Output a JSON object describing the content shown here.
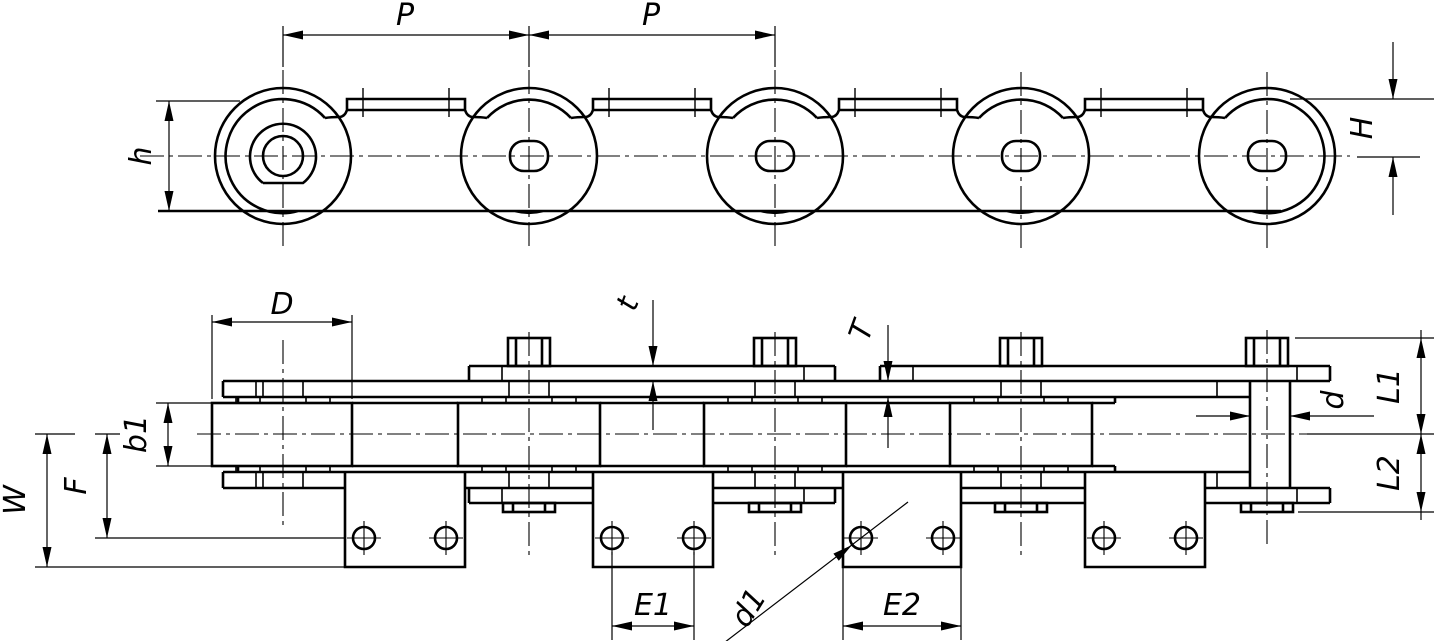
{
  "page": {
    "title": "Roller conveyor chain with attachments - dimensional drawing",
    "background_color": "#ffffff",
    "line_color": "#000000"
  },
  "views": {
    "side_view": {
      "description": "Side elevation of roller chain, five rollers, two pitch dimensions",
      "dims": {
        "pitch_left": "P",
        "pitch_right": "P",
        "plate_height": "h",
        "half_height": "H"
      }
    },
    "plan_view": {
      "description": "Plan view of chain with flat top attachment plates, bolts, and bent lug attachments with two holes each",
      "dims": {
        "roller_width": "D",
        "attachment_plate_thickness": "t",
        "link_plate_thickness": "T",
        "inner_width": "b1",
        "hole_line_offset": "F",
        "overall_width": "W",
        "hole_spacing": "E1",
        "hole_diameter": "d1",
        "attachment_width": "E2",
        "pin_diameter": "d",
        "pin_length_upper": "L1",
        "pin_length_lower": "L2"
      }
    }
  }
}
